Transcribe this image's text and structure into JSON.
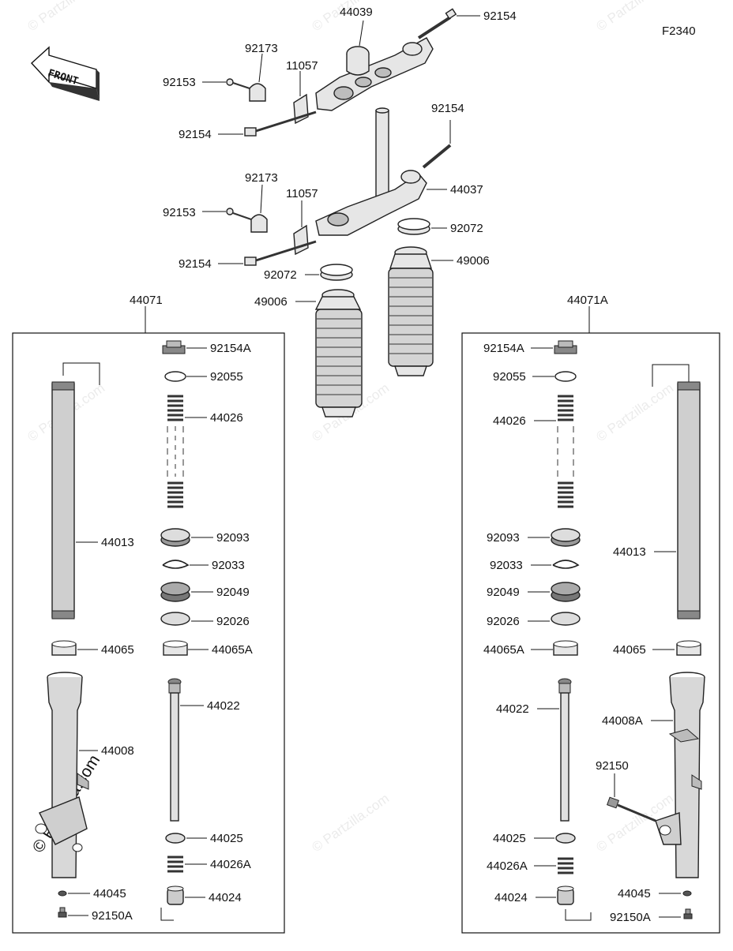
{
  "diagram": {
    "code": "F2340",
    "front_label": "FRONT",
    "watermark": "© Partzilla.com",
    "assemblies": {
      "left": "44071",
      "right": "44071A"
    },
    "top_parts": {
      "upper_bracket": "44039",
      "upper_bolt": "92154",
      "upper_clamp": "92173",
      "upper_plate": "11057",
      "upper_small_bolt": "92153",
      "upper_long_bolt": "92154",
      "lower_bolt_right": "92154",
      "lower_bracket": "44037",
      "lower_clamp": "92173",
      "lower_plate": "11057",
      "lower_small_bolt": "92153",
      "lower_long_bolt": "92154",
      "clamp_right": "92072",
      "clamp_left": "92072",
      "boot_right": "49006",
      "boot_left": "49006"
    },
    "left_parts": {
      "cap": "92154A",
      "washer": "92055",
      "spring": "44026",
      "inner_tube": "44013",
      "dust_seal": "92093",
      "clip": "92033",
      "oil_seal": "92049",
      "washer2": "92026",
      "bushing": "44065",
      "bushing2": "44065A",
      "outer_tube": "44008",
      "cylinder": "44022",
      "ring": "44025",
      "spring2": "44026A",
      "piece": "44024",
      "gasket": "44045",
      "bolt": "92150A"
    },
    "right_parts": {
      "cap": "92154A",
      "washer": "92055",
      "spring": "44026",
      "inner_tube": "44013",
      "dust_seal": "92093",
      "clip": "92033",
      "oil_seal": "92049",
      "washer2": "92026",
      "bushing2": "44065A",
      "bushing": "44065",
      "outer_tube": "44008A",
      "bolt_side": "92150",
      "cylinder": "44022",
      "ring": "44025",
      "spring2": "44026A",
      "piece": "44024",
      "gasket": "44045",
      "bolt": "92150A"
    }
  }
}
